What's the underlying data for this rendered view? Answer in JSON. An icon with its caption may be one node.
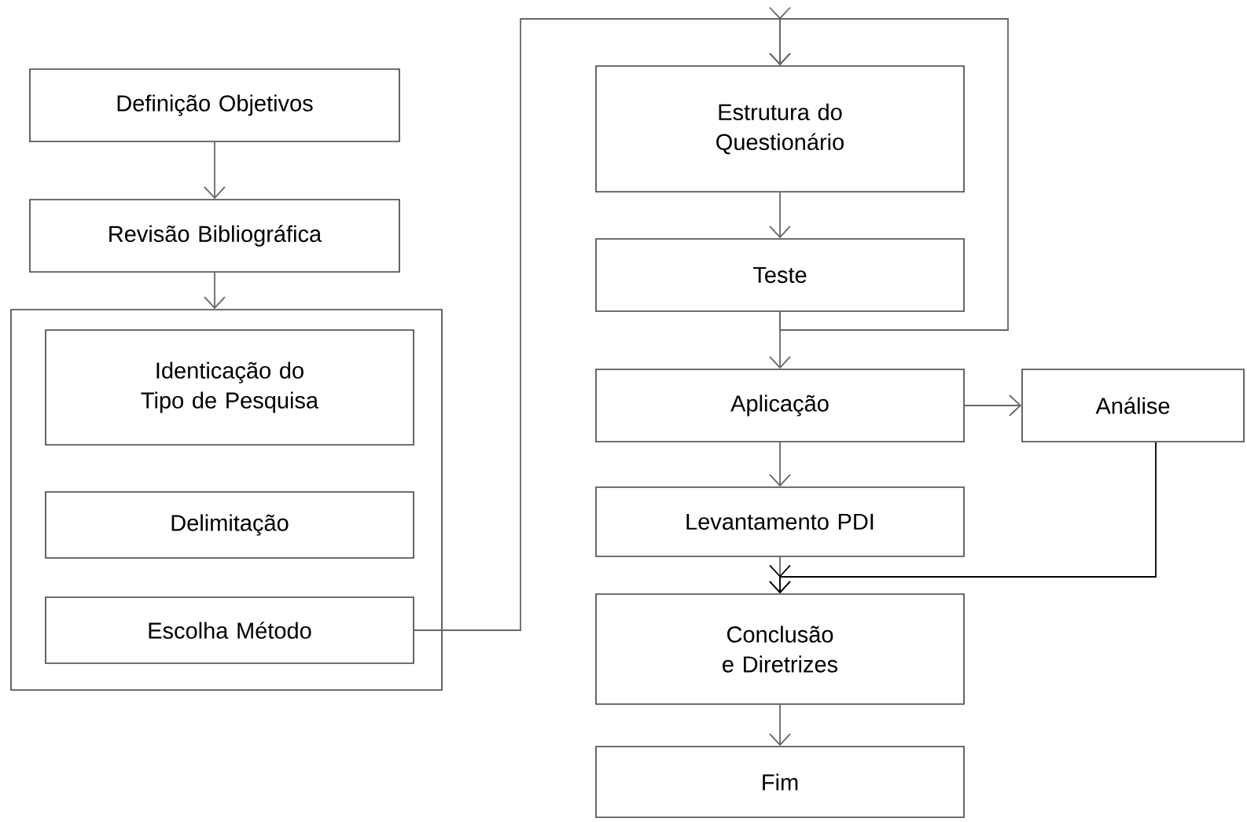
{
  "diagram": {
    "nodes": [
      {
        "text": [
          "Definição Objetivos"
        ]
      },
      {
        "text": [
          "Revisão Bibliográfica"
        ]
      },
      {
        "text": [],
        "shape": "box"
      },
      {
        "text": [
          "Identicação do Tipo de Pesquisa"
        ],
        "in": 2
      },
      {
        "text": [
          "Delimitação"
        ],
        "in": 2
      },
      {
        "text": [
          "Escolha Método"
        ],
        "in": 2
      },
      {
        "text": [
          "Estrutura do Questionário"
        ]
      },
      {
        "text": [
          "Teste"
        ]
      },
      {
        "text": [
          "Aplicação"
        ]
      },
      {
        "text": [
          "Análise"
        ]
      },
      {
        "text": [
          "Levantamento PDI"
        ]
      },
      {
        "text": [
          "Conclusão e Diretrizes"
        ]
      },
      {
        "text": [
          "Fim"
        ]
      }
    ],
    "edges": [
      {
        "from": 0,
        "to": 1,
        "arrow": "to"
      },
      {
        "from": 1,
        "to": 2,
        "arrow": "to"
      },
      {
        "from": 5,
        "to": 6,
        "arrow": "to"
      },
      {
        "from": 7,
        "to": 6,
        "arrow": "to"
      },
      {
        "from": 6,
        "to": 7,
        "arrow": "to"
      },
      {
        "from": 7,
        "to": 8,
        "arrow": "to"
      },
      {
        "from": 8,
        "to": 9,
        "arrow": "to"
      },
      {
        "from": 8,
        "to": 10,
        "arrow": "to"
      },
      {
        "from": 10,
        "to": 11,
        "arrow": "to"
      },
      {
        "from": 9,
        "to": 11,
        "arrow": "to",
        "color": "#000000"
      },
      {
        "from": 11,
        "to": 12,
        "arrow": "to"
      }
    ]
  }
}
